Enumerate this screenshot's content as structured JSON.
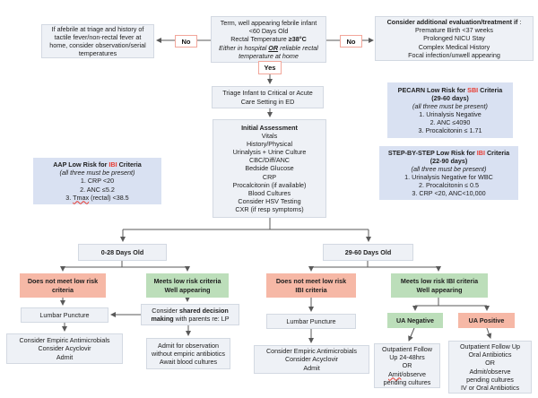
{
  "palette": {
    "line": "#595959",
    "red_text": "#e8392f",
    "box_gray": "#eef1f6",
    "box_gray_border": "#d3d9e2",
    "box_blue": "#d9e1f2",
    "box_red": "#f6b8a6",
    "box_green": "#bcdeba",
    "label_border": "#f2a79b",
    "text": "#212121"
  },
  "labels": {
    "no_left": "No",
    "no_right": "No",
    "yes": "Yes"
  },
  "boxes": {
    "afebrile": {
      "lines": [
        "If afebrile at triage and history of",
        "tactile fever/non-rectal fever at",
        "home, consider observation/serial",
        "temperatures"
      ]
    },
    "term": {
      "lines": [
        "Term, well appearing febrile infant",
        "<60 Days Old",
        [
          {
            "t": "Rectal Temperature "
          },
          {
            "t": "≥38°C",
            "s": "b"
          }
        ],
        [
          {
            "t": "Either in hospital ",
            "s": "i"
          },
          {
            "t": "OR",
            "s": "bin"
          },
          {
            "t": " reliable rectal",
            "s": "i"
          }
        ],
        [
          {
            "t": "temperature at home",
            "s": "i"
          }
        ]
      ]
    },
    "consider_additional": {
      "lines": [
        [
          {
            "t": "Consider additional evaluation/treatment if",
            "s": "b"
          },
          {
            "t": " :"
          }
        ],
        "Premature Birth <37 weeks",
        "Prolonged NICU Stay",
        "Complex Medical History",
        "Focal infection/unwell appearing"
      ]
    },
    "triage": {
      "lines": [
        "Triage Infant to Critical or Acute",
        "Care Setting in ED"
      ]
    },
    "pecarn": {
      "lines": [
        [
          {
            "t": "PECARN Low Risk for ",
            "s": "b"
          },
          {
            "t": "SBI",
            "s": "br"
          },
          {
            "t": " Criteria",
            "s": "b"
          }
        ],
        [
          {
            "t": "(29-60 days)",
            "s": "b"
          }
        ],
        [
          {
            "t": "(all three must be present)",
            "s": "i"
          }
        ],
        "1.  Urinalysis Negative",
        "2.  ANC ≤4090",
        "3.  Procalcitonin ≤ 1.71"
      ]
    },
    "initial": {
      "lines": [
        [
          {
            "t": "Initial Assessment",
            "s": "b"
          }
        ],
        "Vitals",
        "History/Physical",
        "Urinalysis + Urine Culture",
        "CBC/Diff/ANC",
        "Bedside Glucose",
        "CRP",
        "Procalcitonin (if available)",
        "Blood Cultures",
        "Consider HSV Testing",
        "CXR (if resp symptoms)"
      ]
    },
    "step": {
      "lines": [
        [
          {
            "t": "STEP-BY-STEP Low Risk for ",
            "s": "b"
          },
          {
            "t": "IBI",
            "s": "br"
          },
          {
            "t": " Criteria",
            "s": "b"
          }
        ],
        [
          {
            "t": "(22-90 days)",
            "s": "b"
          }
        ],
        [
          {
            "t": "(all three must be present)",
            "s": "i"
          }
        ],
        "1.  Urinalysis Negative for WBC",
        "2.  Procalcitonin ≤ 0.5",
        "3.  CRP <20, ANC<10,000"
      ]
    },
    "aap": {
      "lines": [
        [
          {
            "t": "AAP Low Risk for ",
            "s": "b"
          },
          {
            "t": "IBI",
            "s": "br"
          },
          {
            "t": " Criteria",
            "s": "b"
          }
        ],
        [
          {
            "t": "(all three must be present)",
            "s": "i"
          }
        ],
        "1.  CRP <20",
        "2.  ANC ≤5.2",
        [
          {
            "t": "3.  "
          },
          {
            "t": "Tmax",
            "s": "u"
          },
          {
            "t": " (rectal) <38.5"
          }
        ]
      ]
    },
    "d028": {
      "lines": [
        [
          {
            "t": "0-28 Days Old",
            "s": "b"
          }
        ]
      ]
    },
    "d2960": {
      "lines": [
        [
          {
            "t": "29-60 Days Old",
            "s": "b"
          }
        ]
      ]
    },
    "nomeet_left": {
      "lines": [
        "Does not meet low risk",
        "criteria"
      ]
    },
    "meets_left": {
      "lines": [
        "Meets low risk criteria",
        "Well appearing"
      ]
    },
    "nomeet_right": {
      "lines": [
        "Does not meet low risk",
        "IBI criteria"
      ]
    },
    "meets_right": {
      "lines": [
        "Meets low risk IBI criteria",
        "Well appearing"
      ]
    },
    "lp_left": {
      "lines": [
        "Lumbar Puncture"
      ]
    },
    "shared": {
      "lines": [
        [
          {
            "t": "Consider "
          },
          {
            "t": "shared decision",
            "s": "b"
          }
        ],
        [
          {
            "t": "making",
            "s": "b"
          },
          {
            "t": " with parents re: LP"
          }
        ]
      ]
    },
    "empiric_left": {
      "lines": [
        "Consider Empiric Antimicrobials",
        "Consider Acyclovir",
        "Admit"
      ]
    },
    "admit_obs": {
      "lines": [
        "Admit for observation",
        "without empiric antibiotics",
        "Await blood cultures"
      ]
    },
    "lp_right": {
      "lines": [
        "Lumbar Puncture"
      ]
    },
    "ua_neg": {
      "lines": [
        "UA Negative"
      ]
    },
    "ua_pos": {
      "lines": [
        "UA Positive"
      ]
    },
    "empiric_right": {
      "lines": [
        "Consider Empiric Antimicrobials",
        "Consider Acyclovir",
        "Admit"
      ]
    },
    "outpt_neg": {
      "lines": [
        "Outpatient Follow",
        "Up 24-48hrs",
        "OR",
        [
          {
            "t": "Amit",
            "s": "u"
          },
          {
            "t": "/observe"
          }
        ],
        "pending cultures"
      ]
    },
    "outpt_pos": {
      "lines": [
        "Outpatient Follow Up",
        "Oral Antibiotics",
        "OR",
        "Admit/observe",
        "pending cultures",
        "IV or Oral Antibiotics"
      ]
    }
  }
}
